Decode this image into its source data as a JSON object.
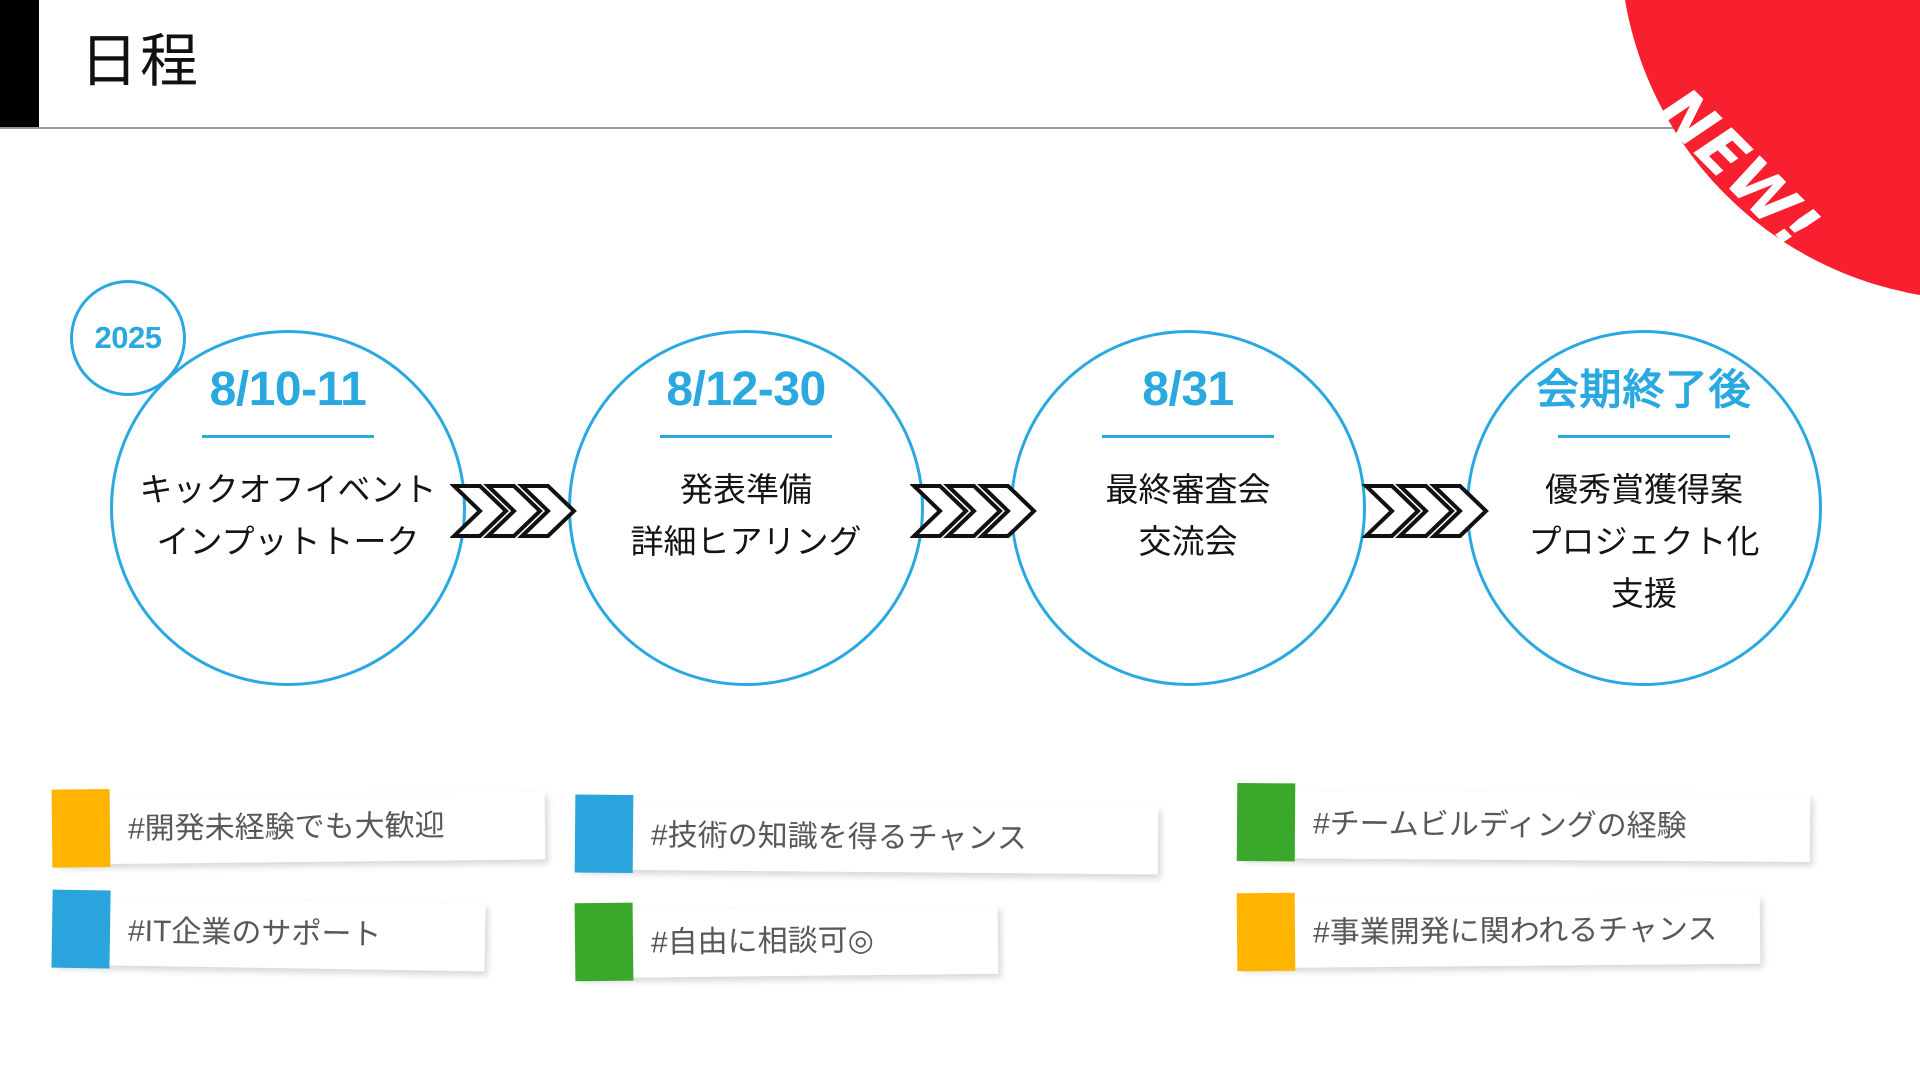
{
  "header": {
    "title": "日程",
    "accent_bar_color": "#000000",
    "rule_color": "#9a9a9a"
  },
  "badge": {
    "label": "NEW!",
    "shape": "quarter-circle-corner",
    "color": "#F81F2E",
    "text_color": "#FFFFFF"
  },
  "colors": {
    "brand_blue": "#29A9DF",
    "orange": "#FFB400",
    "blue": "#2AA4DC",
    "green": "#3AA82A",
    "body_text": "#141414",
    "tag_text": "#585858"
  },
  "timeline": {
    "year_badge": "2025",
    "arrow_icon": "triple-chevron-right-icon",
    "steps": [
      {
        "date": "8/10-11",
        "date_is_japanese": false,
        "lines": [
          "キックオフイベント",
          "インプットトーク"
        ]
      },
      {
        "date": "8/12-30",
        "date_is_japanese": false,
        "lines": [
          "発表準備",
          "詳細ヒアリング"
        ]
      },
      {
        "date": "8/31",
        "date_is_japanese": false,
        "lines": [
          "最終審査会",
          "交流会"
        ]
      },
      {
        "date": "会期終了後",
        "date_is_japanese": true,
        "lines": [
          "優秀賞獲得案",
          "プロジェクト化",
          "支援"
        ]
      }
    ]
  },
  "tags": [
    {
      "label": "#開発未経験でも大歓迎",
      "color": "#FFB400",
      "color_name": "orange",
      "column": 1,
      "row": 1
    },
    {
      "label": "#IT企業のサポート",
      "color": "#2AA4DC",
      "color_name": "blue",
      "column": 1,
      "row": 2
    },
    {
      "label": "#技術の知識を得るチャンス",
      "color": "#2AA4DC",
      "color_name": "blue",
      "column": 2,
      "row": 1
    },
    {
      "label": "#自由に相談可◎",
      "color": "#3AA82A",
      "color_name": "green",
      "column": 2,
      "row": 2
    },
    {
      "label": "#チームビルディングの経験",
      "color": "#3AA82A",
      "color_name": "green",
      "column": 3,
      "row": 1
    },
    {
      "label": "#事業開発に関われるチャンス",
      "color": "#FFB400",
      "color_name": "orange",
      "column": 3,
      "row": 2
    }
  ]
}
